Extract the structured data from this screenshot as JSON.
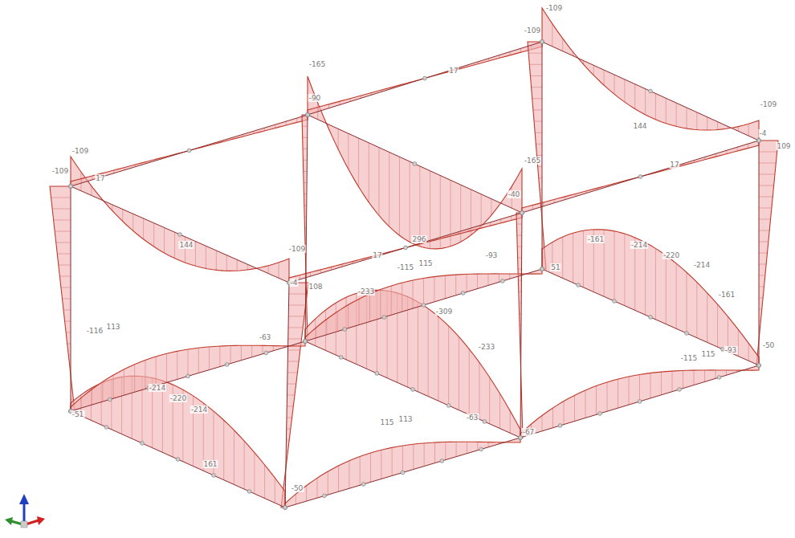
{
  "diagram": {
    "labels": [
      "-109",
      "-109",
      "-165",
      "-90",
      "-109",
      "-109",
      "144",
      "-109",
      "-4",
      "109",
      "-165",
      "-40",
      "296",
      "144",
      "-109",
      "-4",
      "108",
      "-161",
      "-214",
      "-220",
      "-214",
      "-161",
      "-93",
      "-115",
      "115",
      "-233",
      "-309",
      "-233",
      "-63",
      "51",
      "-67",
      "-214",
      "-220",
      "-214",
      "161",
      "-50",
      "-50",
      "-51",
      "-116",
      "113",
      "-115",
      "115",
      "-93",
      "115",
      "113",
      "-63",
      "17",
      "17",
      "17",
      "17"
    ]
  }
}
